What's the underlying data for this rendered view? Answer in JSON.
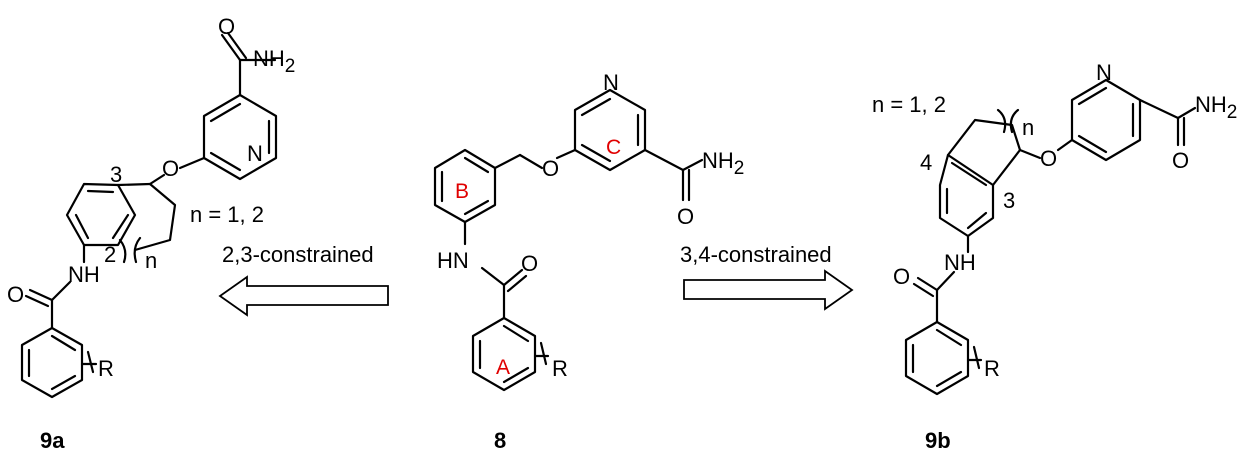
{
  "compounds": {
    "left_label": "9a",
    "center_label": "8",
    "right_label": "9b"
  },
  "arrows": {
    "left_text": "2,3-constrained",
    "right_text": "3,4-constrained"
  },
  "atoms": {
    "nh2_main": "NH",
    "nh2_sub": "2",
    "o": "O",
    "n": "N",
    "nh": "NH",
    "hn": "HN",
    "r": "R",
    "n_var": "n"
  },
  "annotations": {
    "left_n_range": "n = 1, 2",
    "right_n_range": "n = 1, 2",
    "pos_2": "2",
    "pos_3": "3",
    "pos_4": "4"
  },
  "rings": {
    "a": "A",
    "b": "B",
    "c": "C"
  },
  "colors": {
    "ring_label": "#e00000",
    "structure": "#000000"
  }
}
